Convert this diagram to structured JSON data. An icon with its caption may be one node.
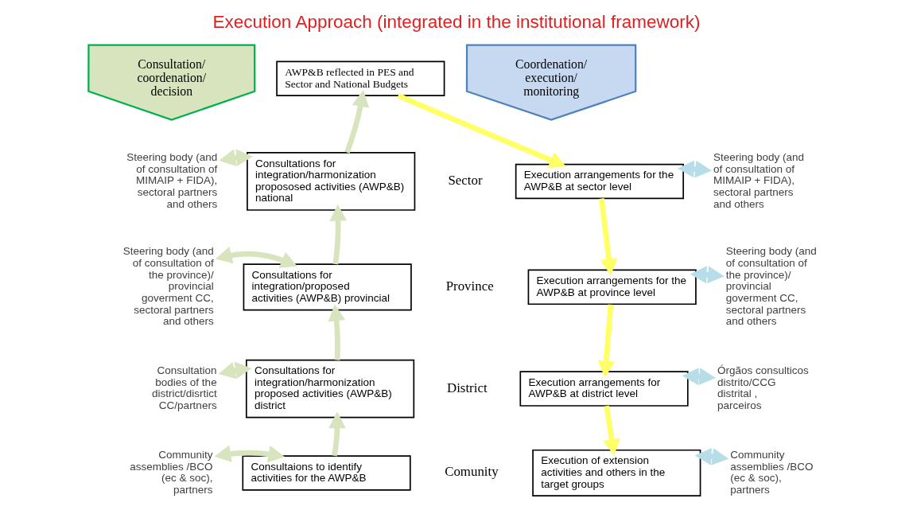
{
  "diagram": {
    "title": "Execution Approach (integrated in the institutional framework)",
    "nodes": [
      {
        "text": [
          "Consultation/ coordenation/ decision"
        ]
      },
      {
        "text": [
          "Coordenation/ execution/ monitoring"
        ]
      },
      {
        "text": [
          "AWP&B reflected in PES and Sector and National Budgets"
        ]
      },
      {
        "text": [
          "Consultations for integration/harmonization propososed activities (AWP&B) national"
        ]
      },
      {
        "text": [
          "Consultations for integration/proposed activities (AWP&B) provincial"
        ]
      },
      {
        "text": [
          "Consultations for integration/harmonization proposed activities (AWP&B) district"
        ]
      },
      {
        "text": [
          "Consultaions to identify activities for the AWP&B"
        ]
      },
      {
        "text": [
          "Execution arrangements for the AWP&B at sector level"
        ]
      },
      {
        "text": [
          "Execution arrangements for the AWP&B at province level"
        ]
      },
      {
        "text": [
          "Execution arrangements for AWP&B at district level"
        ]
      },
      {
        "text": [
          "Execution of extension activities and others in the target groups"
        ]
      },
      {
        "text": [
          "Steering body (and of consultation of MIMAIP + FIDA), sectoral partners and others"
        ]
      },
      {
        "text": [
          "Steering body (and of consultation of the province)/ provincial goverment CC, sectoral partners and others"
        ]
      },
      {
        "text": [
          "Consultation bodies of the district/disrtict CC/partners"
        ]
      },
      {
        "text": [
          "Community assemblies /BCO (ec & soc), partners"
        ]
      },
      {
        "text": [
          "Steering body (and of consultation of MIMAIP + FIDA), sectoral partners and others"
        ]
      },
      {
        "text": [
          "Steering body (and of consultation of the province)/ provincial goverment CC, sectoral partners and others"
        ]
      },
      {
        "text": [
          "Órgãos consulticos distrito/CCG distrital , parceiros"
        ]
      },
      {
        "text": [
          "Community assemblies /BCO (ec & soc), partners"
        ]
      }
    ],
    "edges": [
      {
        "from": 6,
        "to": 5,
        "arrow": "to"
      },
      {
        "from": 5,
        "to": 4,
        "arrow": "to"
      },
      {
        "from": 4,
        "to": 3,
        "arrow": "to"
      },
      {
        "from": 3,
        "to": 2,
        "arrow": "to"
      },
      {
        "from": 2,
        "to": 7,
        "arrow": "to",
        "color": "#ffff66"
      },
      {
        "from": 7,
        "to": 8,
        "arrow": "to",
        "color": "#ffff66"
      },
      {
        "from": 8,
        "to": 9,
        "arrow": "to",
        "color": "#ffff66"
      },
      {
        "from": 9,
        "to": 10,
        "arrow": "to",
        "color": "#ffff66"
      },
      {
        "from": 11,
        "to": 3,
        "arrow": "both"
      },
      {
        "from": 12,
        "to": 4,
        "arrow": "both"
      },
      {
        "from": 13,
        "to": 5,
        "arrow": "both"
      },
      {
        "from": 14,
        "to": 6,
        "arrow": "both"
      },
      {
        "from": 7,
        "to": 15,
        "arrow": "both",
        "color": "#b7dee8"
      },
      {
        "from": 8,
        "to": 16,
        "arrow": "both",
        "color": "#b7dee8"
      },
      {
        "from": 9,
        "to": 17,
        "arrow": "both",
        "color": "#b7dee8"
      },
      {
        "from": 10,
        "to": 18,
        "arrow": "both",
        "color": "#b7dee8"
      }
    ],
    "labels": [
      "Sector",
      "Province",
      "District",
      "Comunity"
    ]
  }
}
